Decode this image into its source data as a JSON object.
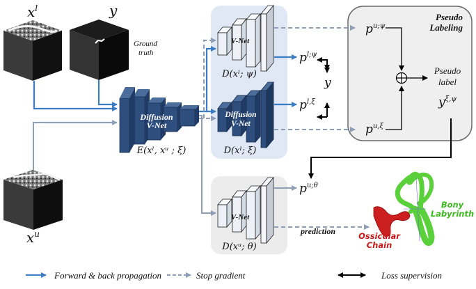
{
  "inputs": {
    "labeled_label": "x",
    "labeled_sup": "l",
    "ground_truth_label": "y",
    "ground_truth_caption_line1": "Ground",
    "ground_truth_caption_line2": "truth",
    "unlabeled_label": "x",
    "unlabeled_sup": "u"
  },
  "encoder": {
    "name_line1": "Diffusion",
    "name_line2": "V-Net",
    "formula": "E(xˡ, xᵘ ; ξ)"
  },
  "decoders": {
    "psi": {
      "name": "V-Net",
      "formula": "D(xˡ; ψ)"
    },
    "xi": {
      "name_line1": "Diffusion",
      "name_line2": "V-Net",
      "formula": "D(xˡ; ξ)"
    },
    "theta": {
      "name": "V-Net",
      "formula": "D(xᵘ; θ)"
    }
  },
  "outputs": {
    "p_l_psi": {
      "base": "p",
      "sup": "l;ψ"
    },
    "p_l_xi": {
      "base": "p",
      "sup": "l,ξ"
    },
    "y_target": "y",
    "p_u_theta": {
      "base": "p",
      "sup": "u;θ"
    },
    "prediction_label": "prediction"
  },
  "pseudo_labeling": {
    "title_line1": "Pseudo",
    "title_line2": "Labeling",
    "p_u_psi": {
      "base": "p",
      "sup": "u;ψ"
    },
    "p_u_xi": {
      "base": "p",
      "sup": "u,ξ"
    },
    "combine_symbol": "⊕",
    "output_line1": "Pseudo",
    "output_line2": "label",
    "output_symbol": {
      "base": "y",
      "sup": "ξ,ψ"
    }
  },
  "anatomy": {
    "bony_labyrinth_line1": "Bony",
    "bony_labyrinth_line2": "Labyrinth",
    "ossicular_chain_line1": "Ossicular",
    "ossicular_chain_line2": "Chain"
  },
  "legend": {
    "items": [
      {
        "label": "Forward & back propagation",
        "style": "solid-blue-arrow"
      },
      {
        "label": "Stop gradient",
        "style": "dashed-gray-arrow"
      },
      {
        "label": "Loss supervision",
        "style": "black-double-arrow"
      }
    ]
  },
  "colors": {
    "forward": "#3b7cc4",
    "stop_gradient": "#8e9db8",
    "loss": "#000000",
    "diffusion_block": "#2e4f7e",
    "vnet_block": "#eef2f8",
    "blue_panel": "#dfe8f4",
    "gray_panel": "#ececec",
    "labyrinth": "#5ad13a",
    "ossicular": "#cc1f1f"
  }
}
